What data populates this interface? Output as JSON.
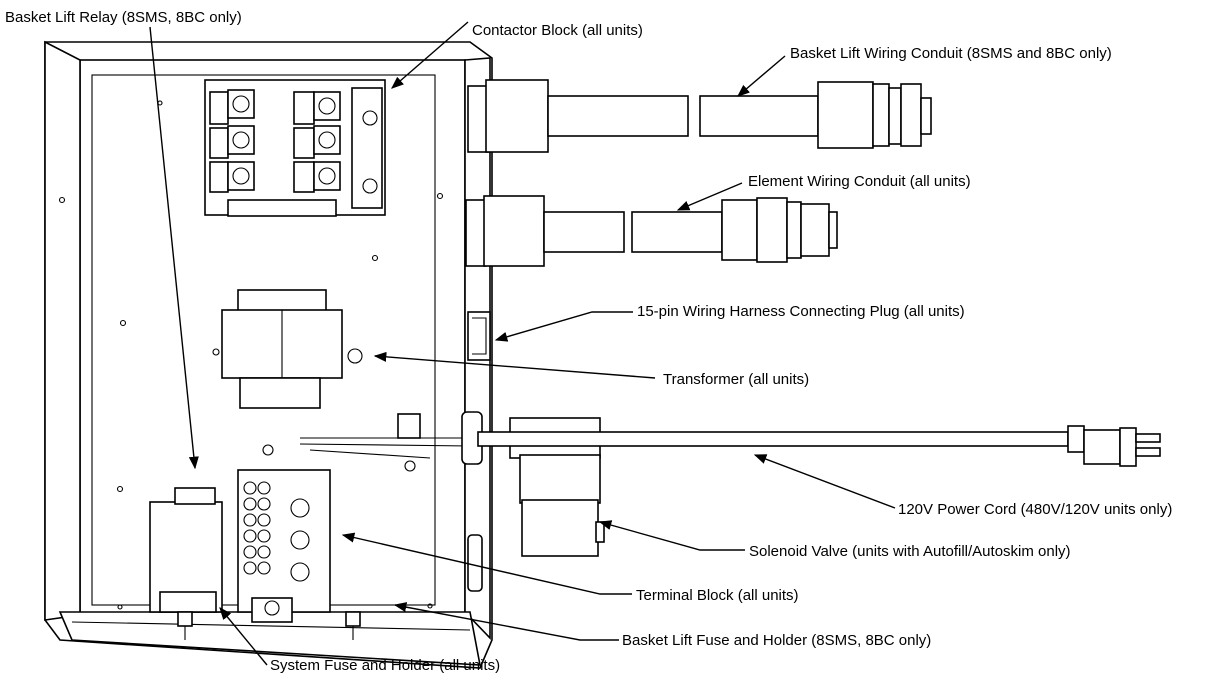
{
  "callouts": {
    "basket_lift_relay": "Basket Lift Relay (8SMS, 8BC only)",
    "contactor_block": "Contactor Block (all units)",
    "basket_lift_wiring_conduit": "Basket Lift Wiring Conduit (8SMS and 8BC only)",
    "element_wiring_conduit": "Element Wiring Conduit (all units)",
    "wiring_harness_plug": "15-pin Wiring Harness Connecting Plug (all units)",
    "transformer": "Transformer (all units)",
    "power_cord": "120V Power Cord (480V/120V units only)",
    "solenoid_valve": "Solenoid Valve (units with Autofill/Autoskim only)",
    "terminal_block": "Terminal Block (all units)",
    "basket_lift_fuse": "Basket Lift Fuse and Holder (8SMS, 8BC only)",
    "system_fuse": "System Fuse and Holder (all units)"
  }
}
